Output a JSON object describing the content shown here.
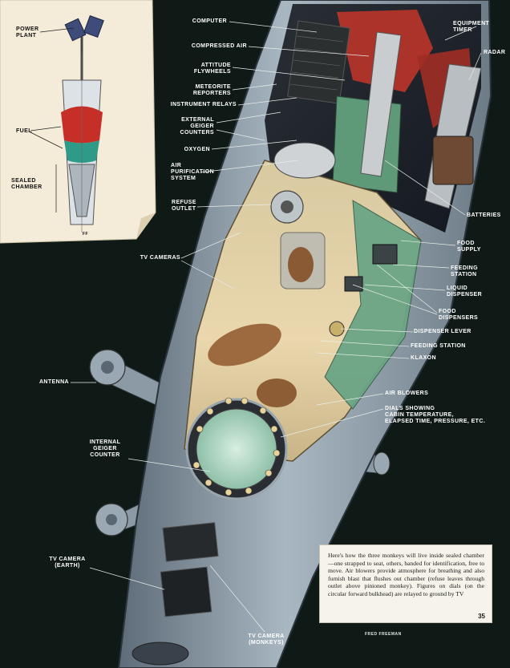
{
  "labels": {
    "power_plant": "POWER\nPLANT",
    "fuel": "FUEL",
    "sealed_chamber": "SEALED\nCHAMBER",
    "computer": "COMPUTER",
    "compressed_air": "COMPRESSED AIR",
    "equipment_timer": "EQUIPMENT\nTIMER",
    "radar": "RADAR",
    "attitude_flywheels": "ATTITUDE\nFLYWHEELS",
    "meteorite_reporters": "METEORITE\nREPORTERS",
    "instrument_relays": "INSTRUMENT RELAYS",
    "external_geiger_counters": "EXTERNAL\nGEIGER\nCOUNTERS",
    "oxygen": "OXYGEN",
    "air_purification_system": "AIR\nPURIFICATION\nSYSTEM",
    "refuse_outlet": "REFUSE\nOUTLET",
    "batteries": "BATTERIES",
    "tv_cameras": "TV CAMERAS",
    "food_supply": "FOOD\nSUPPLY",
    "feeding_station_upper": "FEEDING\nSTATION",
    "liquid_dispenser": "LIQUID\nDISPENSER",
    "food_dispensers": "FOOD\nDISPENSERS",
    "dispenser_lever": "DISPENSER LEVER",
    "feeding_station_lower": "FEEDING STATION",
    "klaxon": "KLAXON",
    "antenna": "ANTENNA",
    "air_blowers": "AIR BLOWERS",
    "dials": "DIALS SHOWING\nCABIN TEMPERATURE,\nELAPSED TIME, PRESSURE, ETC.",
    "internal_geiger_counter": "INTERNAL\nGEIGER\nCOUNTER",
    "tv_camera_earth": "TV CAMERA\n(EARTH)",
    "tv_camera_monkeys": "TV CAMERA\n(MONKEYS)"
  },
  "caption": {
    "text": "Here's how the three monkeys will live inside sealed chamber—one strapped to seat, others, banded for identification, free to move. Air blowers provide atmosphere for breathing and also furnish blast that flushes out chamber (refuse leaves through outlet above pinioned monkey). Figures on dials (on the circular forward bulkhead) are relayed to ground by TV",
    "page_number": "35"
  },
  "credits": {
    "illustrator": "FRED FREEMAN",
    "inset_initials": "FF"
  },
  "colors": {
    "background": "#0f1a16",
    "hull": "#8fa0ad",
    "cabin": "#e7d3a8",
    "equipment_red": "#b8342a",
    "equipment_green": "#5f9a78",
    "inset_paper": "#f4ecd9"
  }
}
